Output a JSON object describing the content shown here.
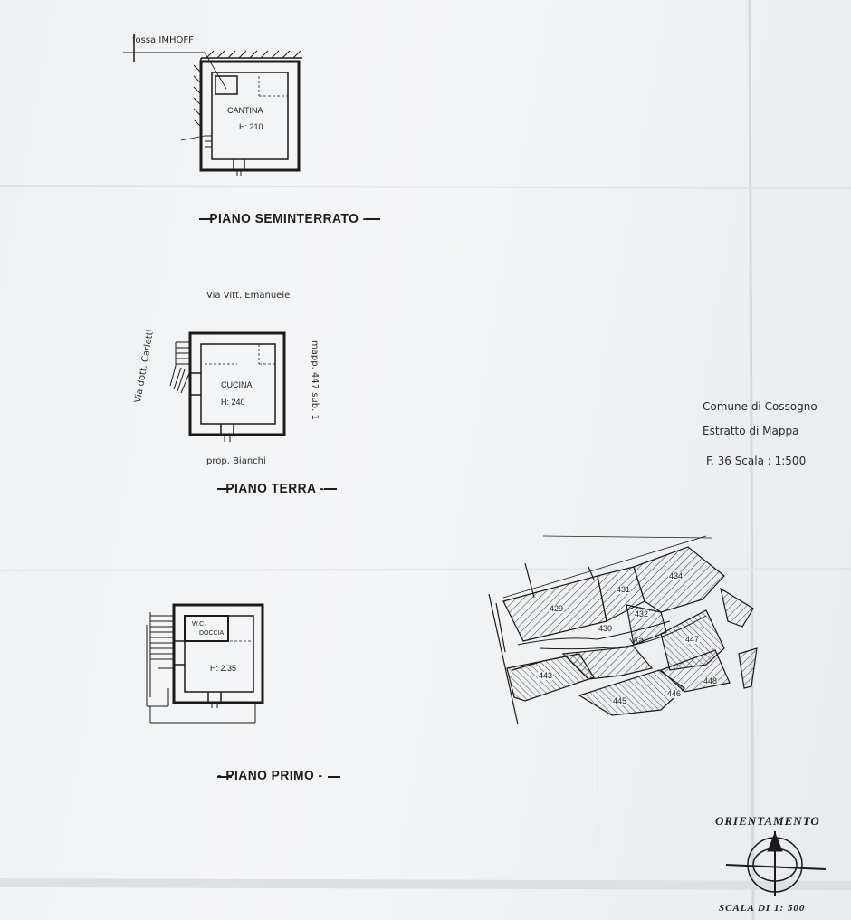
{
  "plans": {
    "basement": {
      "title": "- PIANO SEMINTERRATO -",
      "note": "fossa IMHOFF",
      "room_name": "CANTINA",
      "room_height": "H: 210"
    },
    "ground": {
      "title": "- PIANO TERRA -",
      "street_top": "Via Vitt. Emanuele",
      "street_left": "Via dott. Carletti",
      "neighbor_right": "mapp. 447 sub. 1",
      "neighbor_bottom": "prop. Bianchi",
      "room_name": "CUCINA",
      "room_height": "H: 240"
    },
    "first": {
      "title": "- PIANO PRIMO -",
      "wc_label": "W.C.",
      "shower_label": "DOCCIA",
      "room_height": "H: 2.35"
    }
  },
  "cadastral": {
    "municipality": "Comune di Cossogno",
    "extract": "Estratto di Mappa",
    "sheet_scale": "F. 36  Scala : 1:500",
    "street": "Via",
    "parcels": [
      "429",
      "431",
      "434",
      "430",
      "432",
      "447",
      "443",
      "445",
      "446",
      "448"
    ]
  },
  "orientation": {
    "label": "ORIENTAMENTO",
    "scale": "SCALA DI 1: 500"
  }
}
